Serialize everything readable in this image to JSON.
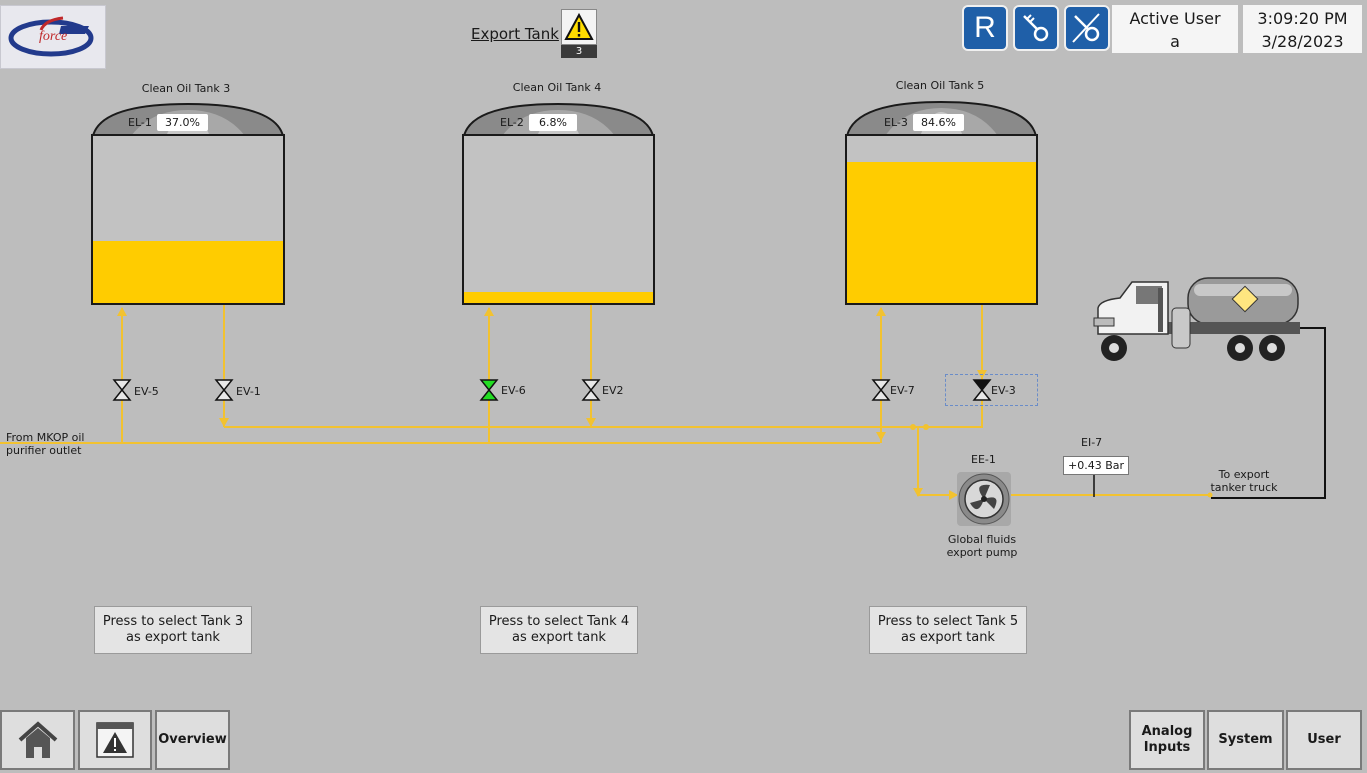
{
  "header": {
    "title": "Export Tank",
    "alarm_count": "3",
    "user_label": "Active User",
    "user_name": "a",
    "time": "3:09:20 PM",
    "date": "3/28/2023",
    "buttons": {
      "r_label": "R"
    }
  },
  "tanks": [
    {
      "name": "Clean Oil Tank 3",
      "level_tag": "EL-1",
      "level_text": "37.0%",
      "level": 37.0,
      "select_line1": "Press to select Tank 3",
      "select_line2": "as export tank"
    },
    {
      "name": "Clean Oil Tank 4",
      "level_tag": "EL-2",
      "level_text": "6.8%",
      "level": 6.8,
      "select_line1": "Press to select Tank 4",
      "select_line2": "as export tank"
    },
    {
      "name": "Clean Oil Tank 5",
      "level_tag": "EL-3",
      "level_text": "84.6%",
      "level": 84.6,
      "select_line1": "Press to select Tank 5",
      "select_line2": "as export tank"
    }
  ],
  "valves": {
    "ev5": "EV-5",
    "ev1": "EV-1",
    "ev6": "EV-6",
    "ev2": "EV2",
    "ev7": "EV-7",
    "ev3": "EV-3"
  },
  "inlet": {
    "line1": "From MKOP oil",
    "line2": "purifier outlet"
  },
  "pump": {
    "tag": "EE-1",
    "line1": "Global fluids",
    "line2": "export pump"
  },
  "pressure": {
    "tag": "EI-7",
    "value": "+0.43 Bar"
  },
  "outlet": {
    "line1": "To export",
    "line2": "tanker truck"
  },
  "nav": {
    "overview": "Overview",
    "analog_line1": "Analog",
    "analog_line2": "Inputs",
    "system": "System",
    "user": "User"
  },
  "colors": {
    "oil": "#ffcc00",
    "pipe": "#f2c230",
    "valve_open": "#22dd22",
    "header_button": "#1f5fa8"
  }
}
